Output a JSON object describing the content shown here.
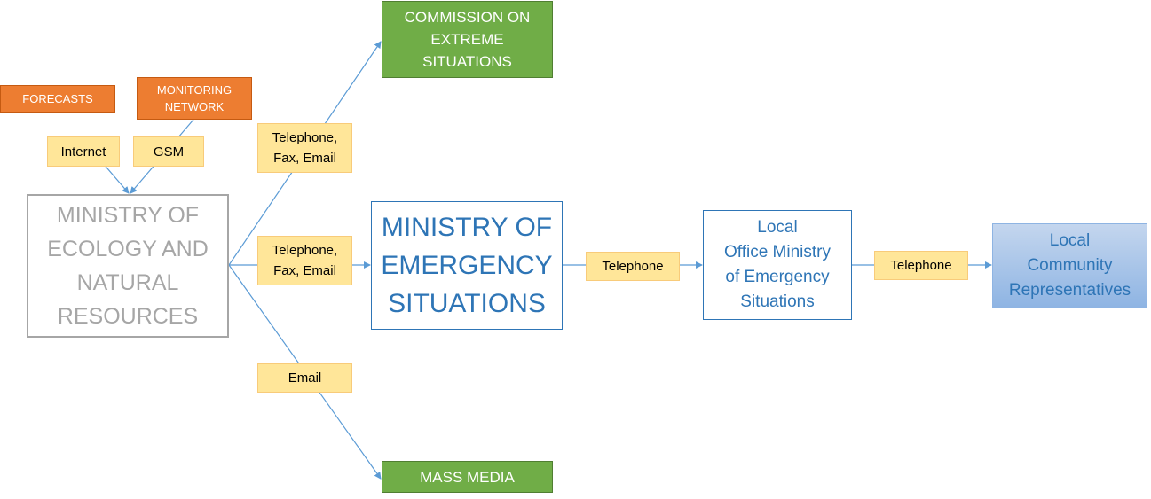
{
  "nodes": {
    "forecasts": "FORECASTS",
    "monitoring_network": "MONITORING\nNETWORK",
    "ministry_ecology": "MINISTRY OF\nECOLOGY AND\nNATURAL\nRESOURCES",
    "commission": "COMMISSION ON\nEXTREME\nSITUATIONS",
    "ministry_emergency": "MINISTRY OF\nEMERGENCY\nSITUATIONS",
    "mass_media": "MASS MEDIA",
    "local_office": "Local\nOffice Ministry\nof Emergency\nSituations",
    "local_community": "Local\nCommunity\nRepresentatives"
  },
  "edge_labels": {
    "internet": "Internet",
    "gsm": "GSM",
    "to_commission": "Telephone,\nFax, Email",
    "to_emergency": "Telephone,\nFax, Email",
    "to_media": "Email",
    "to_local_office": "Telephone",
    "to_community": "Telephone"
  },
  "colors": {
    "source_box": "#ed7d31",
    "output_box": "#70ad47",
    "edge_label": "#ffe699",
    "ministry_blue": "#2e75b6",
    "ecology_grey": "#a6a6a6",
    "connector": "#5b9bd5"
  }
}
